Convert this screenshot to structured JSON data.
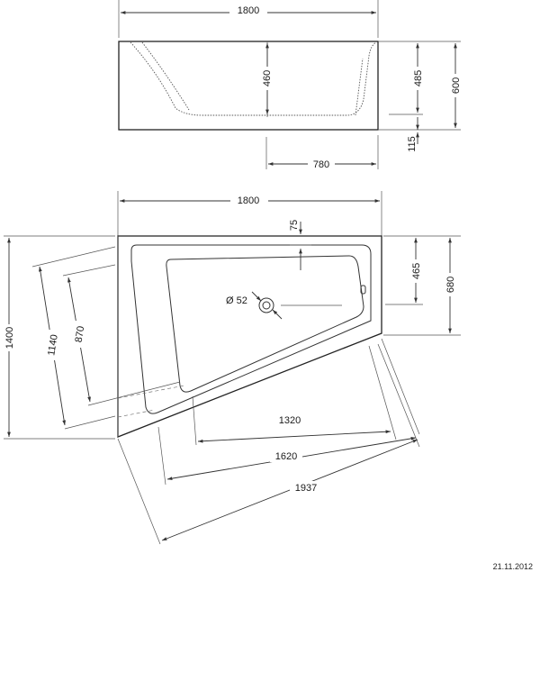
{
  "side_view": {
    "width": "1800",
    "inner_depth": "460",
    "rim_height": "485",
    "total_height": "600",
    "base_height": "115",
    "base_length": "780"
  },
  "top_view": {
    "width": "1800",
    "rim_offset": "75",
    "drain_label": "Ø 52",
    "right_edge": "465",
    "right_height": "680",
    "total_depth": "1400",
    "diag_outer": "1140",
    "diag_inner": "870",
    "front_inner": "1320",
    "front_mid": "1620",
    "front_outer": "1937"
  },
  "date": "21.11.2012"
}
